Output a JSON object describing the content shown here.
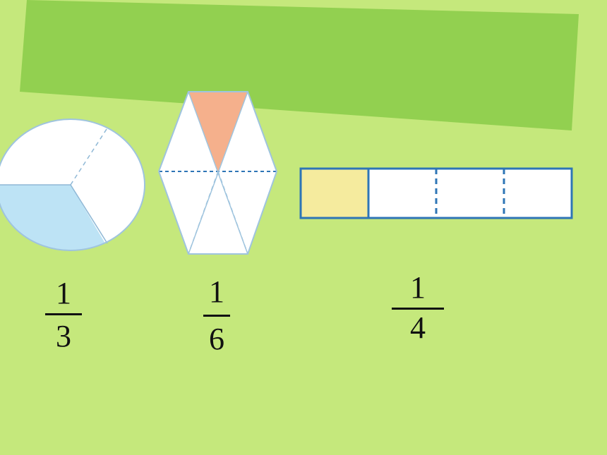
{
  "background_color": "#c5e87c",
  "banner_color": "#92d050",
  "shape_outline_color": "#2e75b6",
  "shape_fill_white": "#ffffff",
  "circle_shaded_color": "#bde3f5",
  "hexagon_shaded_color": "#f5b08c",
  "rectangle_shaded_color": "#f5eb9e",
  "diagrams": [
    {
      "shape": "circle",
      "parts": 3,
      "shaded_parts": 1
    },
    {
      "shape": "hexagon",
      "parts": 6,
      "shaded_parts": 1
    },
    {
      "shape": "rectangle",
      "parts": 4,
      "shaded_parts": 1
    }
  ],
  "fractions": {
    "third": {
      "numerator": "1",
      "denominator": "3"
    },
    "sixth": {
      "numerator": "1",
      "denominator": "6"
    },
    "quarter": {
      "numerator": "1",
      "denominator": "4"
    }
  }
}
